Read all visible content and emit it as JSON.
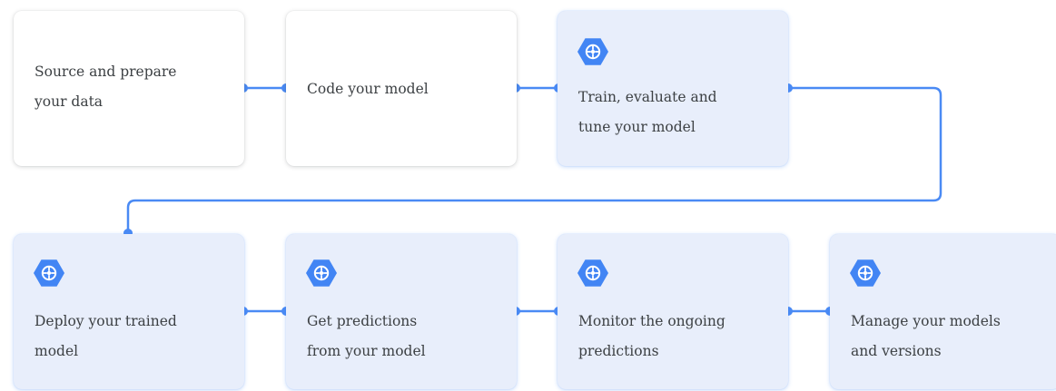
{
  "steps": [
    {
      "label": "Source and prepare\nyour data",
      "highlighted": false,
      "icon": null
    },
    {
      "label": "Code your model",
      "highlighted": false,
      "icon": null
    },
    {
      "label": "Train, evaluate and\ntune your model",
      "highlighted": true,
      "icon": "ai-platform-icon"
    },
    {
      "label": "Deploy your trained\nmodel",
      "highlighted": true,
      "icon": "ai-platform-icon"
    },
    {
      "label": "Get predictions\nfrom your model",
      "highlighted": true,
      "icon": "ai-platform-icon"
    },
    {
      "label": "Monitor the ongoing\npredictions",
      "highlighted": true,
      "icon": "ai-platform-icon"
    },
    {
      "label": "Manage your models\nand versions",
      "highlighted": true,
      "icon": "ai-platform-icon"
    }
  ],
  "colors": {
    "connector": "#4a8af4",
    "icon_hexagon": "#4285f4",
    "highlight_card": "#e8eefb",
    "plain_card": "#ffffff",
    "text": "#3c4043"
  }
}
